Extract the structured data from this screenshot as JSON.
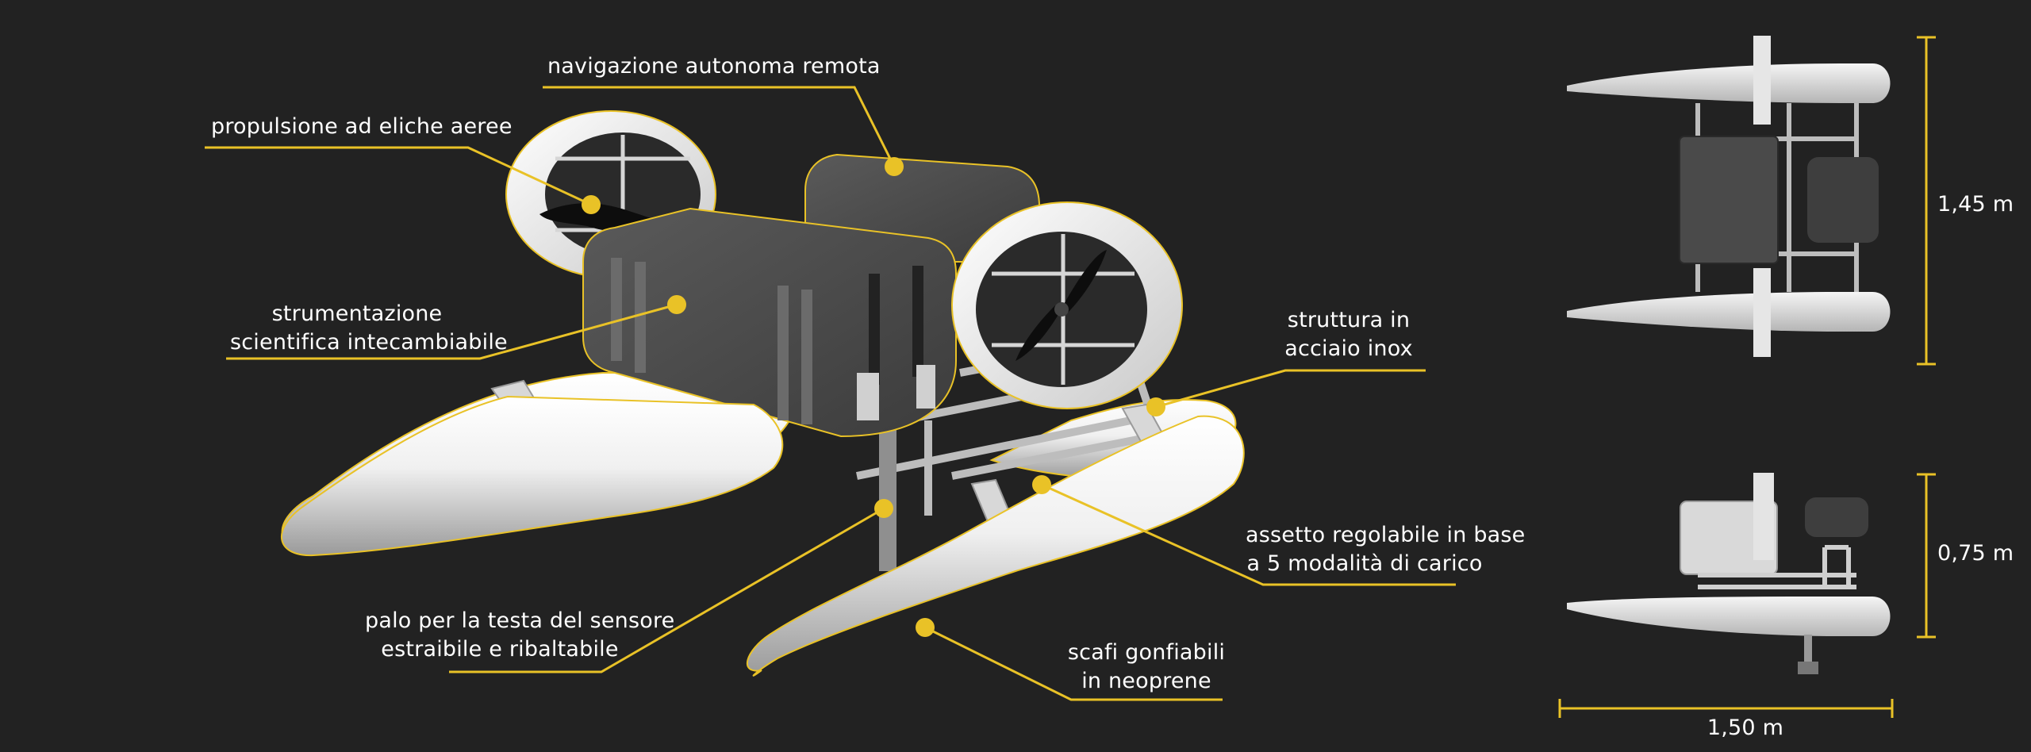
{
  "accent_color": "#e9c227",
  "background_color": "#222222",
  "callouts": {
    "navigation": {
      "text": "navigazione autonoma remota"
    },
    "propulsion": {
      "text": "propulsione ad eliche aeree"
    },
    "instruments": {
      "line1": "strumentazione",
      "line2": "scientifica intecambiabile"
    },
    "frame": {
      "line1": "struttura in",
      "line2": "acciaio inox"
    },
    "trim": {
      "line1": "assetto regolabile in base",
      "line2": "a 5 modalità di carico"
    },
    "sensor_pole": {
      "line1": "palo per la testa del sensore",
      "line2": "estraibile e ribaltabile"
    },
    "hulls": {
      "line1": "scafi gonfiabili",
      "line2": "in neoprene"
    }
  },
  "dimensions": {
    "length": "1,45 m",
    "height": "0,75 m",
    "width": "1,50 m"
  }
}
